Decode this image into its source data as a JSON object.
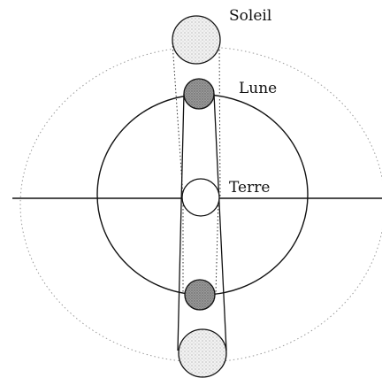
{
  "labels": {
    "sun": "Soleil",
    "moon": "Lune",
    "earth": "Terre"
  },
  "colors": {
    "line": "#111111",
    "orbit_dotted": "#9a9a9a",
    "moon_fill": "#8c8c8c",
    "sun_fill": "#e4e4e4",
    "earth_fill": "#ffffff"
  }
}
